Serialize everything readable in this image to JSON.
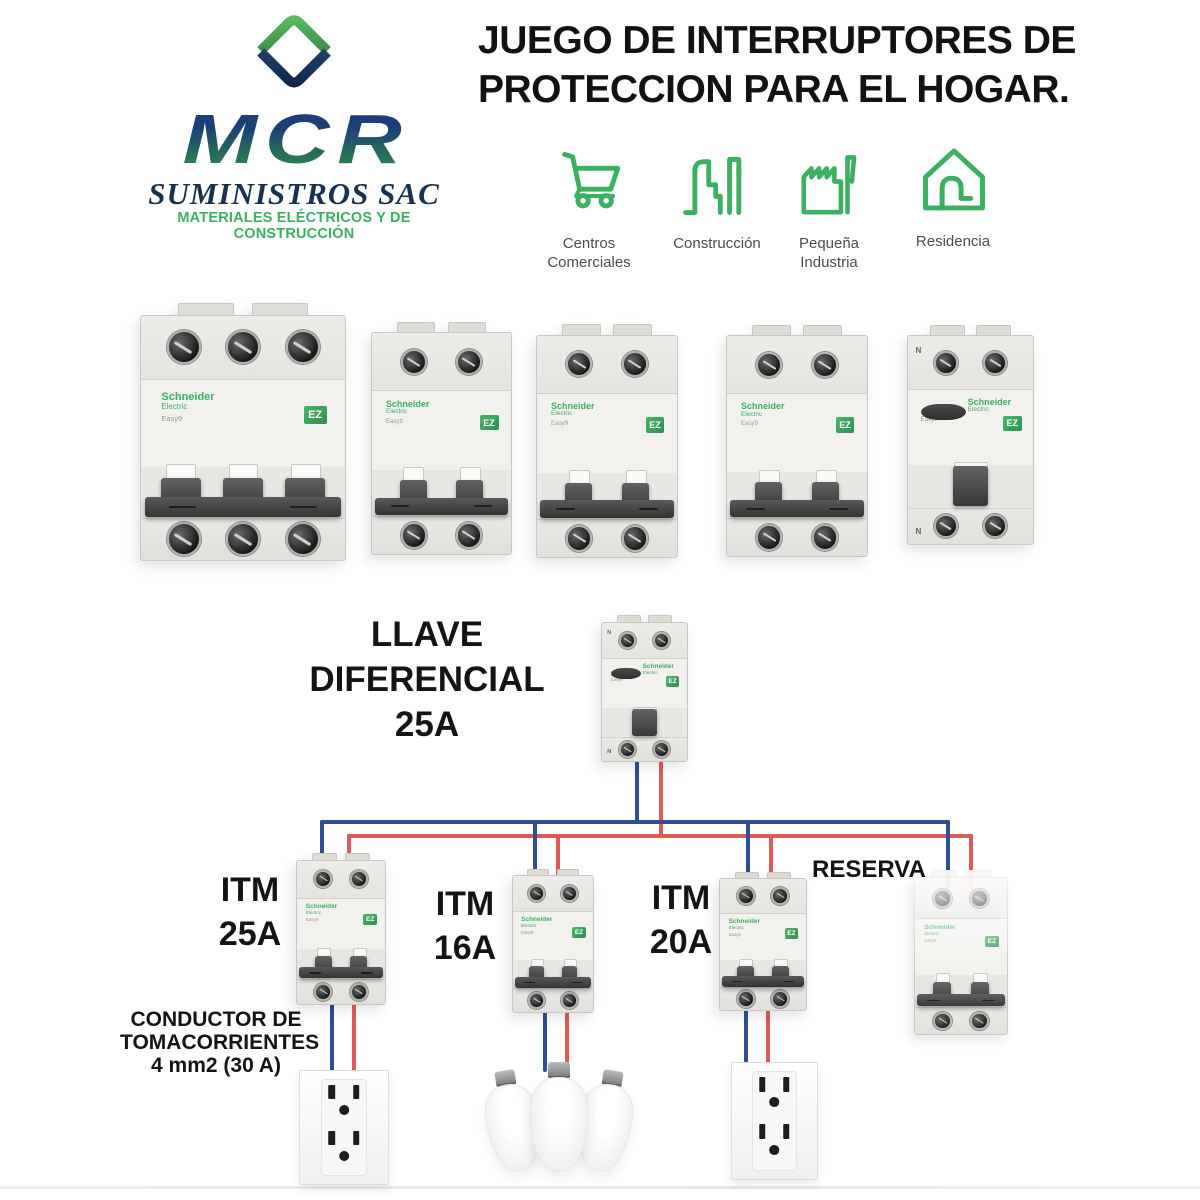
{
  "colors": {
    "wire_blue": "#2f4f92",
    "wire_red": "#e05a5a",
    "brand_green": "#3cb061",
    "logo_navy": "#1c3f77",
    "logo_green": "#2f8f46",
    "title_text": "#121212",
    "caption_gray": "#4c4c4c"
  },
  "logo": {
    "name": "MCR",
    "subtitle": "SUMINISTROS SAC",
    "tagline": "MATERIALES ELÉCTRICOS Y DE CONSTRUCCIÓN"
  },
  "title": {
    "line1": "JUEGO DE INTERRUPTORES DE",
    "line2": "PROTECCION PARA EL HOGAR."
  },
  "segments": [
    {
      "icon": "shopping-cart",
      "label_line1": "Centros",
      "label_line2": "Comerciales"
    },
    {
      "icon": "city-buildings",
      "label_line1": "Construcción",
      "label_line2": ""
    },
    {
      "icon": "factory",
      "label_line1": "Pequeña",
      "label_line2": "Industria"
    },
    {
      "icon": "house",
      "label_line1": "Residencia",
      "label_line2": ""
    }
  ],
  "breaker_brand": {
    "name": "Schneider",
    "name2": "Electric",
    "series": "Easy9",
    "badge": "EZ",
    "neutral": "N"
  },
  "diagram": {
    "main_breaker_label": {
      "line1": "LLAVE DIFERENCIAL",
      "line2": "25A"
    },
    "branch_labels": [
      {
        "line1": "ITM",
        "line2": "25A"
      },
      {
        "line1": "ITM",
        "line2": "16A"
      },
      {
        "line1": "ITM",
        "line2": "20A"
      },
      {
        "line1": "RESERVA",
        "line2": ""
      }
    ],
    "conductor_note": {
      "line1": "CONDUCTOR DE",
      "line2": "TOMACORRIENTES",
      "line3": "4 mm2 (30 A)"
    }
  }
}
